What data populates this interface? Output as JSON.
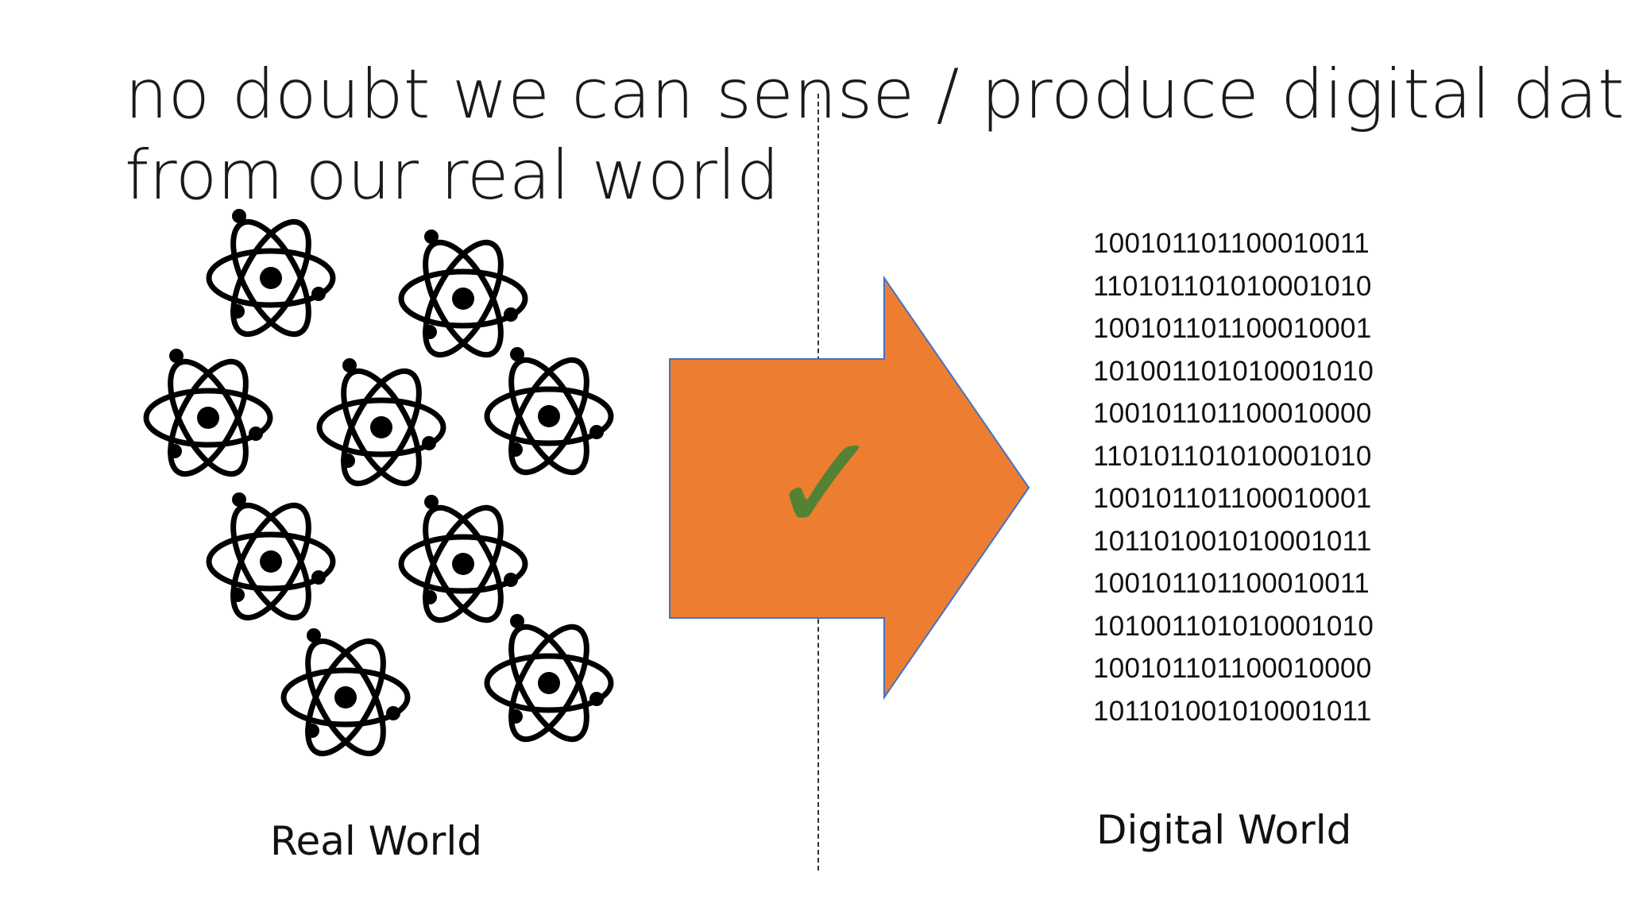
{
  "slide": {
    "title_lines": [
      "no doubt we can sense / produce digital data",
      "from our real world"
    ],
    "check_mark": "✓",
    "binary_lines": [
      "100101101100010011",
      "110101101010001010",
      "100101101100010001",
      "101001101010001010",
      "100101101100010000",
      "110101101010001010",
      "100101101100010001",
      "101101001010001011",
      "100101101100010011",
      "101001101010001010",
      "100101101100010000",
      "101101001010001011"
    ],
    "real_world_label": "Real World",
    "digital_world_label": "Digital World"
  },
  "icons": {
    "atom": "atom-icon",
    "arrow": "right-arrow-icon",
    "check": "checkmark-icon"
  },
  "colors": {
    "arrow_fill": "#ED7D31",
    "arrow_stroke": "#4472C4",
    "check": "#548235",
    "atom": "#000000"
  }
}
